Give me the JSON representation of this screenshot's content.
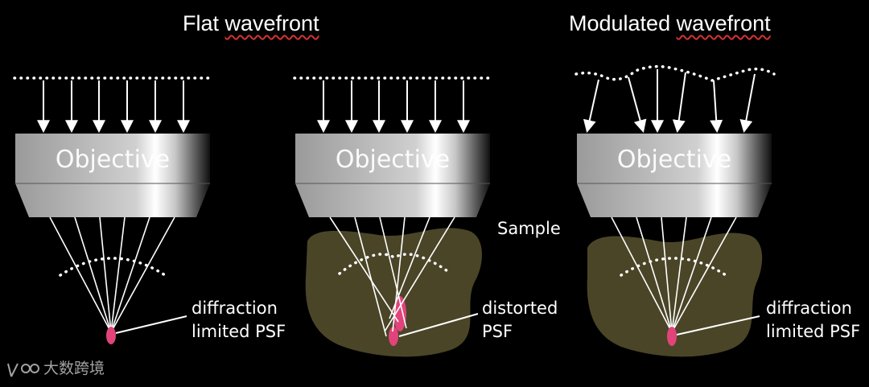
{
  "titles": {
    "flat": {
      "prefix": "Flat ",
      "underlined": "wavefront"
    },
    "modulated": {
      "prefix": "Modulated ",
      "underlined": "wavefront"
    }
  },
  "panels": [
    {
      "objective_label": "Objective",
      "psf_label_line1": "diffraction",
      "psf_label_line2": "limited PSF"
    },
    {
      "objective_label": "Objective",
      "psf_label_line1": "distorted",
      "psf_label_line2": "PSF"
    },
    {
      "objective_label": "Objective",
      "psf_label_line1": "diffraction",
      "psf_label_line2": "limited PSF"
    }
  ],
  "sample_label": "Sample",
  "watermark": {
    "logo_text": "大数跨境"
  },
  "colors": {
    "background": "#000000",
    "sample": "#4a4527",
    "psf": "#e0447a",
    "rays": "#ffffff"
  }
}
